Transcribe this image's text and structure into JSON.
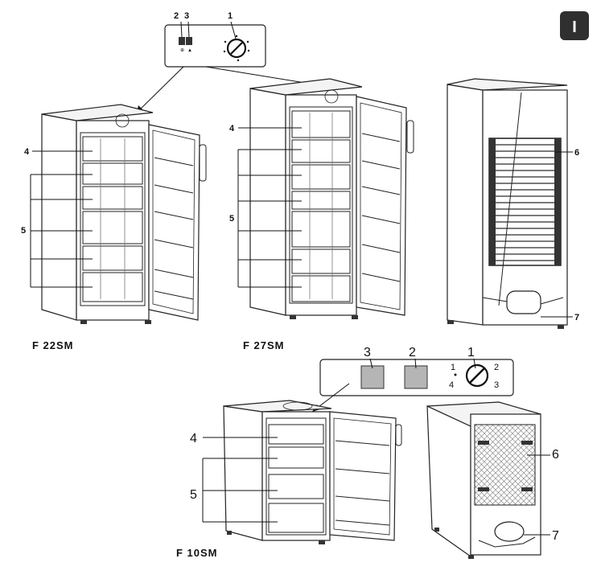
{
  "section_badge": "I",
  "models": {
    "f22": "F 22SM",
    "f27": "F 27SM",
    "f10": "F 10SM"
  },
  "top_panel_callouts": {
    "thermostat": "1",
    "green_light": "2",
    "yellow_light": "3"
  },
  "bottom_panel_callouts": {
    "thermostat": "1",
    "green_light": "2",
    "yellow_light": "3"
  },
  "dial_positions": {
    "p1": "1",
    "p2": "2",
    "p3": "3",
    "p4": "4"
  },
  "f22_callouts": {
    "drawer_top": "4",
    "drawers": "5"
  },
  "f27_callouts": {
    "drawer_top": "4",
    "drawers": "5"
  },
  "rear_callouts": {
    "condenser": "6",
    "compressor": "7"
  },
  "f10_callouts": {
    "drawer_top": "4",
    "drawers": "5"
  },
  "f10_rear_callouts": {
    "condenser": "6",
    "compressor": "7"
  }
}
